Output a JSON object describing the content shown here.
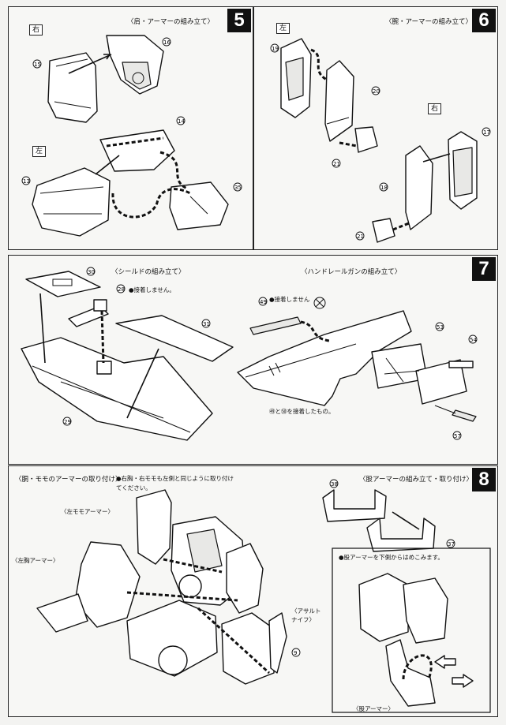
{
  "steps": [
    {
      "number": "5",
      "title": "〈肩・アーマーの組み立て〉",
      "side_right": "右",
      "side_left": "左",
      "parts": [
        "16",
        "15",
        "14",
        "13",
        "35"
      ]
    },
    {
      "number": "6",
      "title": "〈腕・アーマーの組み立て〉",
      "side_left": "左",
      "side_right": "右",
      "parts": [
        "19",
        "20",
        "21",
        "17",
        "18",
        "21"
      ]
    },
    {
      "number": "7",
      "title_shield": "〈シールドの組み立て〉",
      "title_gun": "〈ハンドレールガンの組み立て〉",
      "note_no_glue": "●接着しません。",
      "note_no_glue_gun": "●接着しません",
      "note_glued": "㊾と㊿を接着したもの。",
      "parts": [
        "30",
        "28",
        "31",
        "29",
        "49",
        "53",
        "54",
        "57"
      ]
    },
    {
      "number": "8",
      "title_torso": "〈胴・モモのアーマーの取り付け〉",
      "note_torso": "●右胸・右モモも左側と同じように取り付けてください。",
      "title_crotch": "〈股アーマーの組み立て・取り付け〉",
      "label_left_thigh": "〈左モモアーマー〉",
      "label_left_chest": "〈左胸アーマー〉",
      "label_knife": "〈アサルトナイフ〉",
      "label_crotch": "〈股アーマー〉",
      "note_crotch": "●股アーマーを下側からはめこみます。",
      "parts": [
        "38",
        "37",
        "9"
      ]
    }
  ]
}
